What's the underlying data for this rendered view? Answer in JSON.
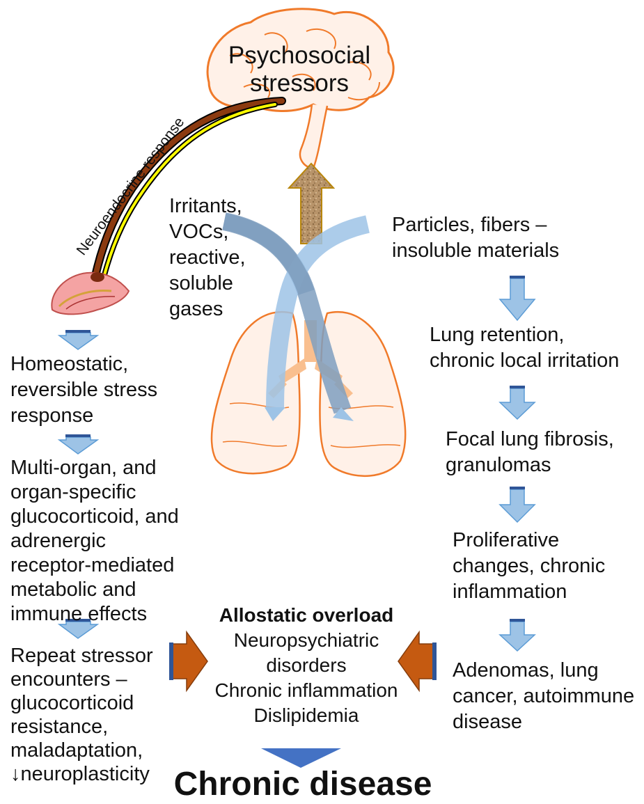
{
  "title": "Psychosocial\nstressors",
  "neuroendocrine_label": "Neuroendocrine response",
  "irritants": "Irritants,\nVOCs,\nreactive,\nsoluble\ngases",
  "right_chain": [
    "Particles, fibers –\ninsoluble materials",
    "Lung retention,\nchronic local irritation",
    "Focal lung fibrosis,\ngranulomas",
    "Proliferative\nchanges, chronic\ninflammation",
    "Adenomas, lung\ncancer, autoimmune\ndisease"
  ],
  "left_chain": [
    "Homeostatic,\nreversible stress\nresponse",
    "Multi-organ, and\norgan-specific\nglucocorticoid, and\nadrenergic\nreceptor-mediated\nmetabolic and\nimmune effects",
    "Repeat stressor\nencounters –\nglucocorticoid\nresistance,\nmaladaptation,\n↓neuroplasticity"
  ],
  "allostatic": {
    "heading": "Allostatic overload",
    "items": "Neuropsychiatric\ndisorders\nChronic inflammation\nDislipidemia"
  },
  "outcome": "Chronic disease",
  "colors": {
    "organ_outline": "#f07a2a",
    "lung_fill": "#fff1e8",
    "blue_arrow": "#9dc3e6",
    "airflow_arrow": "#7f9fbf",
    "orange_arrow": "#c55a11",
    "down_triangle": "#4472c4",
    "nerve_brown": "#8b3a10",
    "nerve_yellow": "#ffff00"
  }
}
